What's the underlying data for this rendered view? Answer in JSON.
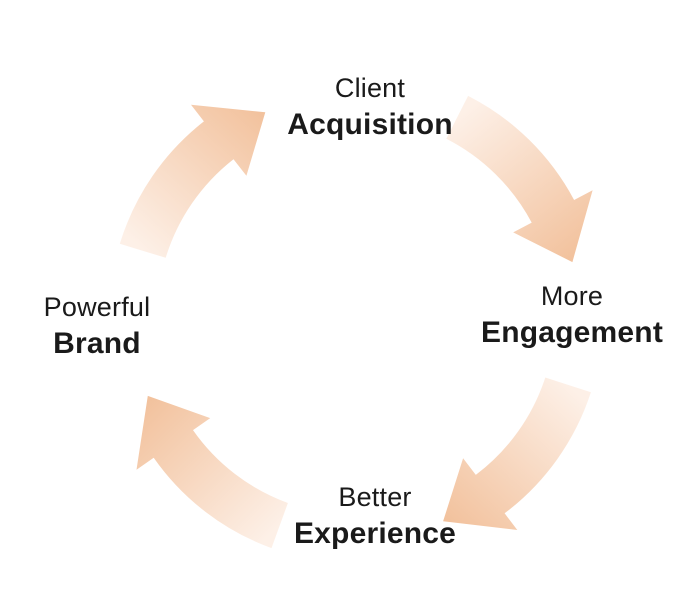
{
  "diagram": {
    "background_color": "#ffffff",
    "text_color": "#1a1a1a",
    "arrow_tail_color": "#fdf0e7",
    "arrow_head_color": "#f2c19c",
    "nodes": [
      {
        "id": "client-acquisition",
        "line1": "Client",
        "line2": "Acquisition",
        "position": "top"
      },
      {
        "id": "more-engagement",
        "line1": "More",
        "line2": "Engagement",
        "position": "right"
      },
      {
        "id": "better-experience",
        "line1": "Better",
        "line2": "Experience",
        "position": "bottom"
      },
      {
        "id": "powerful-brand",
        "line1": "Powerful",
        "line2": "Brand",
        "position": "left"
      }
    ],
    "arrows": [
      {
        "name": "curved-arrow-icon",
        "from": "powerful-brand",
        "to": "client-acquisition"
      },
      {
        "name": "curved-arrow-icon",
        "from": "client-acquisition",
        "to": "more-engagement"
      },
      {
        "name": "curved-arrow-icon",
        "from": "more-engagement",
        "to": "better-experience"
      },
      {
        "name": "curved-arrow-icon",
        "from": "better-experience",
        "to": "powerful-brand"
      }
    ]
  }
}
